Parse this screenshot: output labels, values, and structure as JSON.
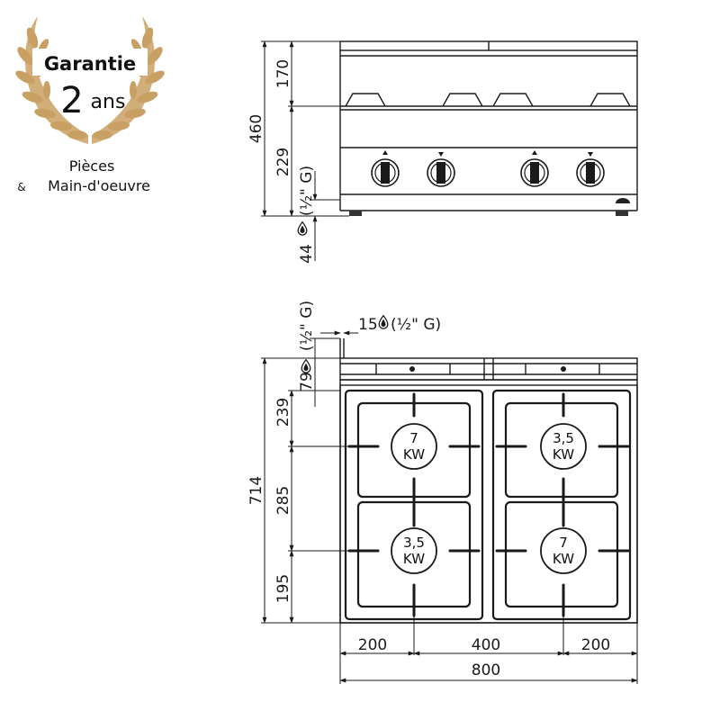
{
  "badge": {
    "title": "Garantie",
    "years_number": "2",
    "years_word": "ans",
    "line1": "Pièces",
    "line2_prefix": "&",
    "line2": "Main-d'oeuvre",
    "laurel_color": "#c9a063"
  },
  "front_view": {
    "dims": {
      "total_height": "460",
      "top_section": "170",
      "control_section": "229",
      "gas_connection": "(½\" G)",
      "gas_height": "44"
    },
    "knob_count": 4
  },
  "top_view": {
    "dims": {
      "depth": "714",
      "gas_label_left": "(½\" G)",
      "offset_79": "79",
      "row_239": "239",
      "row_285": "285",
      "row_195": "195",
      "gas_side": "15",
      "gas_side_thread": "(½\" G)",
      "width_left": "200",
      "width_mid": "400",
      "width_right": "200",
      "width_total": "800"
    },
    "burners": [
      {
        "position": "rear-left",
        "power": "7",
        "unit": "KW"
      },
      {
        "position": "rear-right",
        "power": "3,5",
        "unit": "KW"
      },
      {
        "position": "front-left",
        "power": "3,5",
        "unit": "KW"
      },
      {
        "position": "front-right",
        "power": "7",
        "unit": "KW"
      }
    ]
  }
}
